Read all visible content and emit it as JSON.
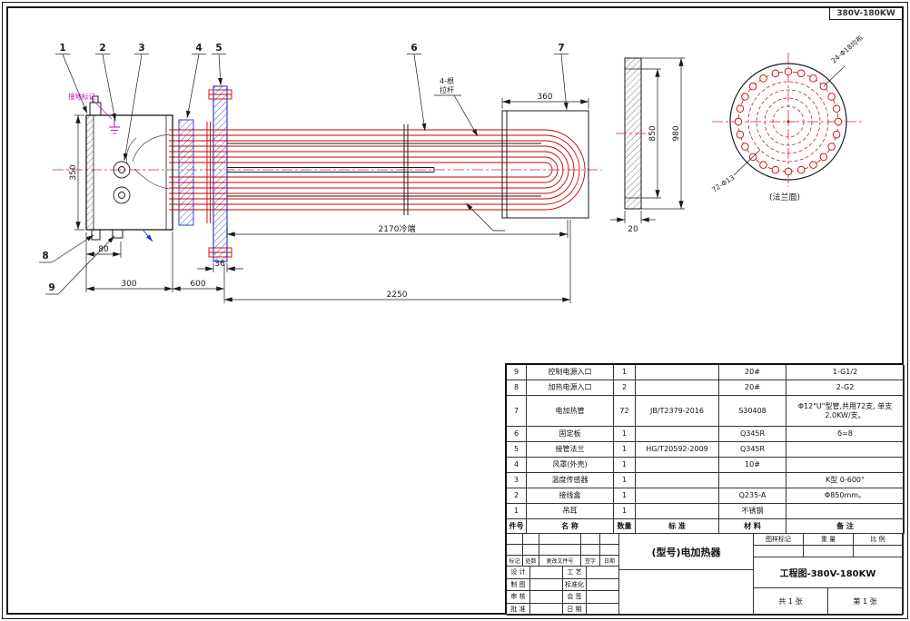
{
  "sheet": {
    "model_label": "380V-180KW"
  },
  "callouts": [
    "1",
    "2",
    "3",
    "4",
    "5",
    "6",
    "7",
    "8",
    "9"
  ],
  "dims": {
    "d80": "80",
    "d300": "300",
    "d600": "600",
    "d2250": "2250",
    "d36": "36",
    "d2170": "2170冷端",
    "d360": "360",
    "d850": "850",
    "d980": "980",
    "d20": "20",
    "d350": "350"
  },
  "labels": {
    "ground_mark": "接地标记",
    "tie_rod_1": "4-根",
    "tie_rod_2": "拉杆",
    "flange_face": "(法兰面)",
    "bolt_note": "24-Φ18均布",
    "tube_note": "72-Φ13"
  },
  "bom": {
    "headers": [
      "件号",
      "名  称",
      "数量",
      "标  准",
      "材  料",
      "备  注"
    ],
    "rows": [
      {
        "no": "9",
        "name": "控制电源入口",
        "qty": "1",
        "std": "",
        "mat": "20#",
        "note": "1-G1/2"
      },
      {
        "no": "8",
        "name": "加热电源入口",
        "qty": "2",
        "std": "",
        "mat": "20#",
        "note": "2-G2"
      },
      {
        "no": "7",
        "name": "电加热管",
        "qty": "72",
        "std": "JB/T2379-2016",
        "mat": "S30408",
        "note": "Φ12\"U\"型管,共用72支, 单支2.0KW/支。"
      },
      {
        "no": "6",
        "name": "固定板",
        "qty": "1",
        "std": "",
        "mat": "Q345R",
        "note": "δ=8"
      },
      {
        "no": "5",
        "name": "接管法兰",
        "qty": "1",
        "std": "HG/T20592-2009",
        "mat": "Q345R",
        "note": ""
      },
      {
        "no": "4",
        "name": "风罩(外壳)",
        "qty": "1",
        "std": "",
        "mat": "10#",
        "note": ""
      },
      {
        "no": "3",
        "name": "温度传感器",
        "qty": "1",
        "std": "",
        "mat": "",
        "note": "K型 0-600°"
      },
      {
        "no": "2",
        "name": "接线盒",
        "qty": "1",
        "std": "",
        "mat": "Q235-A",
        "note": "Φ850mm。"
      },
      {
        "no": "1",
        "name": "吊耳",
        "qty": "1",
        "std": "",
        "mat": "不锈钢",
        "note": ""
      }
    ]
  },
  "titleblock": {
    "product": "(型号)电加热器",
    "drawing_no": "工程图-380V-180KW",
    "rev": [
      "标记",
      "处数",
      "更改文件号",
      "签字",
      "日期"
    ],
    "sig_left": [
      "设 计",
      "制 图",
      "审 核",
      "批 准"
    ],
    "sig_right": [
      "工 艺",
      "标准化",
      "会 签",
      "日 期"
    ],
    "info": [
      "图样标记",
      "重 量",
      "比 例"
    ],
    "sheet_total": "共 1 张",
    "sheet_no": "第 1 张"
  }
}
